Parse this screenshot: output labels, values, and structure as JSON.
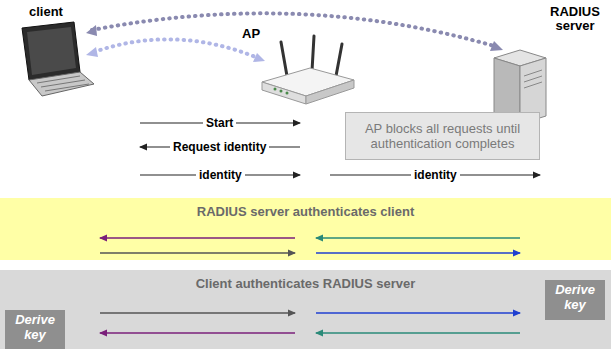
{
  "diagram": {
    "nodes": [
      {
        "text": [
          "AP blocks all requests until authentication completes"
        ]
      },
      {
        "text": [
          "RADIUS server authenticates client"
        ]
      },
      {
        "text": [
          "Client authenticates RADIUS server"
        ]
      },
      {
        "text": [
          "Derive key"
        ],
        "in": 2
      },
      {
        "text": [
          "Derive key"
        ],
        "in": 2
      }
    ],
    "labels": [
      "client",
      "AP",
      "RADIUS server",
      "Start",
      "Request identity",
      "identity",
      "identity"
    ]
  }
}
